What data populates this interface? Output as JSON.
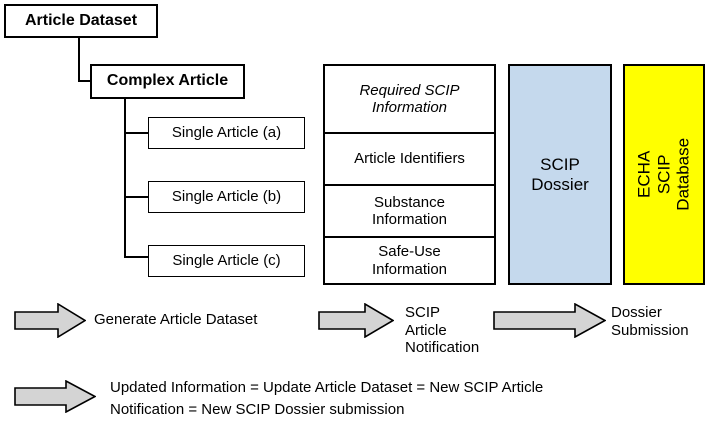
{
  "diagram": {
    "title_hidden": "SCIP article dataset to ECHA database flow",
    "colors": {
      "scip_dossier_fill": "#c5d9ed",
      "echa_database_fill": "#ffff00",
      "arrow_fill": "#d4d4d4",
      "stroke": "#000000",
      "background": "#ffffff"
    },
    "hierarchy": {
      "root": {
        "label": "Article Dataset"
      },
      "child": {
        "label": "Complex Article"
      },
      "leaves": [
        {
          "label": "Single Article (a)"
        },
        {
          "label": "Single Article (b)"
        },
        {
          "label": "Single Article (c)"
        }
      ]
    },
    "scip_table": {
      "header": "Required SCIP\nInformation",
      "rows": [
        "Article Identifiers",
        "Substance\nInformation",
        "Safe-Use\nInformation"
      ]
    },
    "dossier_box": {
      "label": "SCIP\nDossier"
    },
    "database_box": {
      "label": "ECHA SCIP\nDatabase"
    },
    "flow_steps": [
      {
        "arrow": "right-arrow-icon",
        "label": "Generate Article Dataset"
      },
      {
        "arrow": "right-arrow-icon",
        "label": "SCIP\nArticle\nNotification"
      },
      {
        "arrow": "right-arrow-icon",
        "label": "Dossier\nSubmission"
      }
    ],
    "footer_note": {
      "arrow": "right-arrow-icon",
      "label": "Updated Information = Update Article Dataset = New SCIP Article\nNotification = New SCIP Dossier submission"
    }
  }
}
